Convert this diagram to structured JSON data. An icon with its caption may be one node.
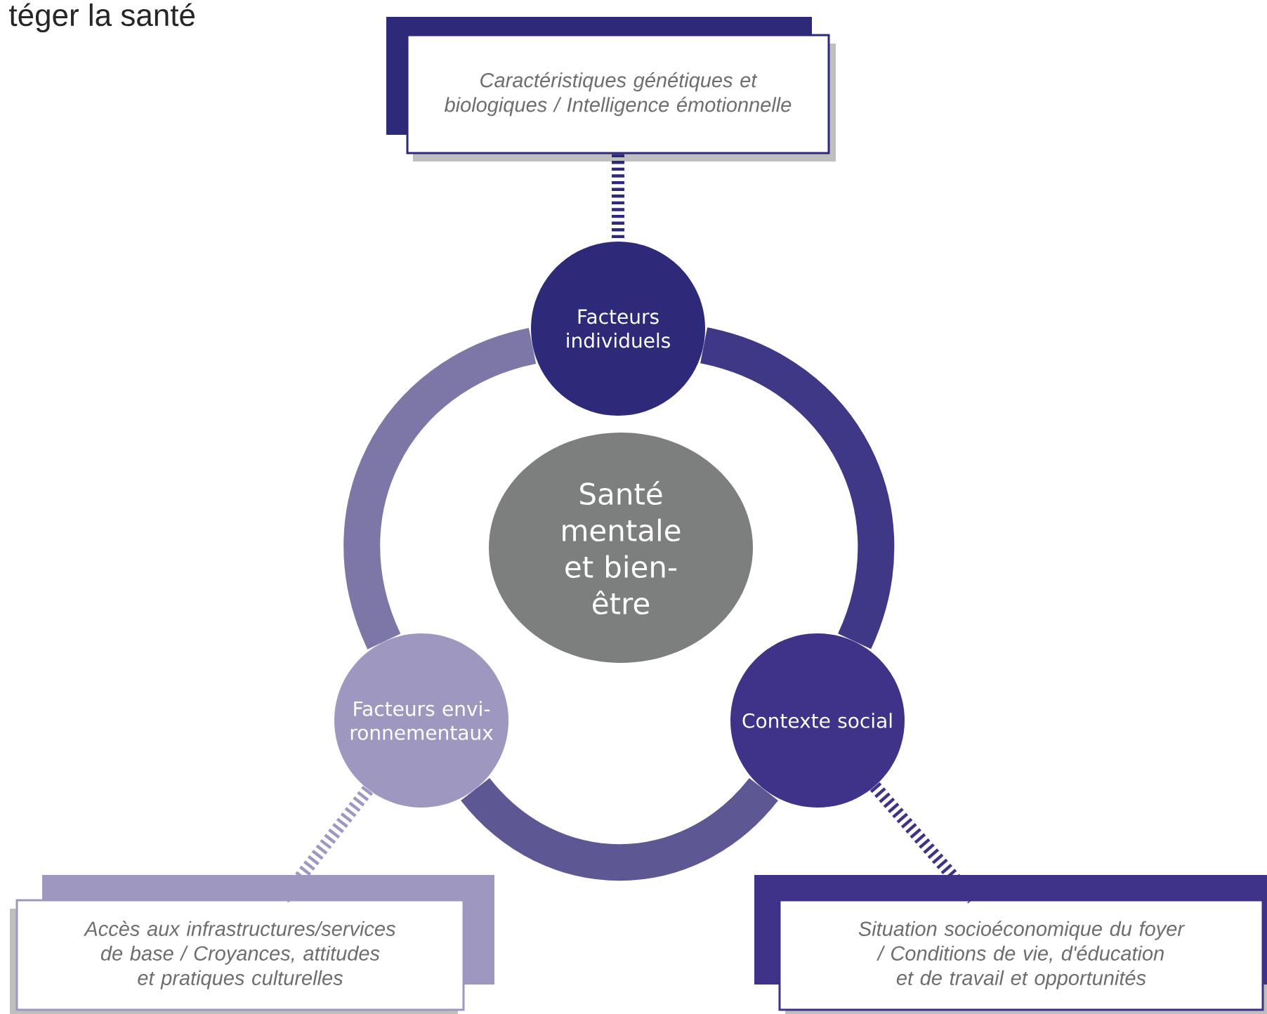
{
  "diagram": {
    "nodes": [
      {
        "text": [
          "Caractéristiques génétiques et biologiques / Intelligence émotionnelle"
        ]
      },
      {
        "text": [
          "Facteurs individuels"
        ]
      },
      {
        "text": [
          "Santé mentale et bien-être"
        ]
      },
      {
        "text": [
          "Facteurs envi-ronnementaux"
        ]
      },
      {
        "text": [
          "Contexte social"
        ]
      },
      {
        "text": [
          "Accès aux infrastructures/services de base / Croyances, attitudes et pratiques culturelles"
        ]
      },
      {
        "text": [
          "Situation socioéconomique du foyer / Conditions de vie, d'éducation et de travail et opportunités"
        ]
      }
    ],
    "edges": [
      {
        "from": 0,
        "to": 1,
        "arrow": "none",
        "style": "dashed",
        "color": "#2e2a7a"
      },
      {
        "from": 1,
        "to": 4,
        "arrow": "none",
        "style": "thick",
        "color": "#3e3886"
      },
      {
        "from": 4,
        "to": 3,
        "arrow": "none",
        "style": "thick",
        "color": "#5d5794"
      },
      {
        "from": 3,
        "to": 1,
        "arrow": "none",
        "style": "thick",
        "color": "#7c77a6"
      },
      {
        "from": 3,
        "to": 5,
        "arrow": "none",
        "style": "dashed",
        "color": "#9e98c0"
      },
      {
        "from": 4,
        "to": 6,
        "arrow": "none",
        "style": "dashed",
        "color": "#3f3289"
      }
    ],
    "labels": [
      "téger la santé"
    ]
  }
}
